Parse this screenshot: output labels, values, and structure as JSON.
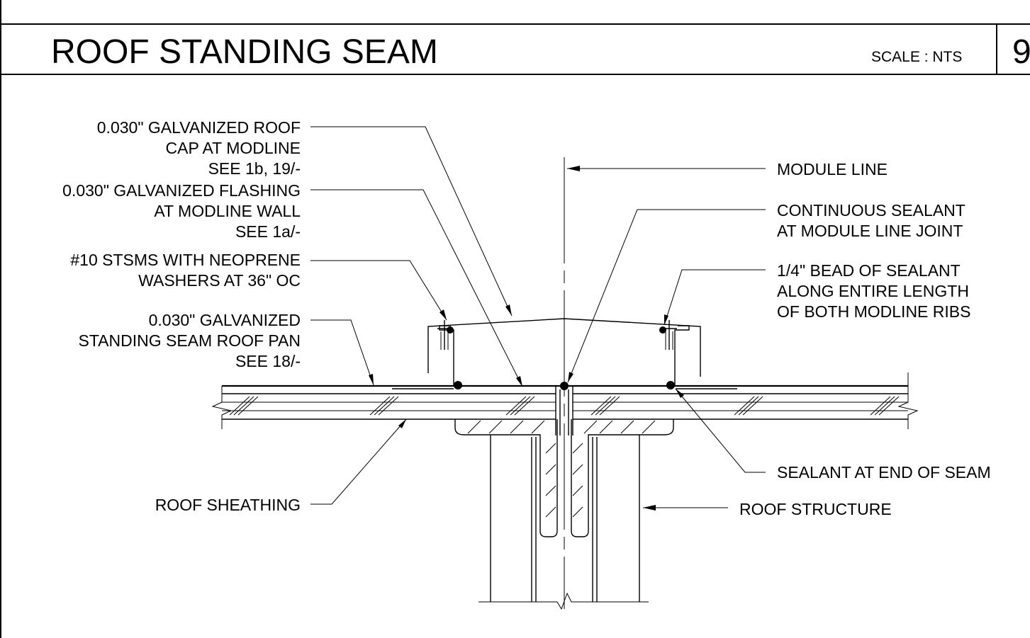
{
  "title_block": {
    "title": "ROOF STANDING SEAM",
    "scale": "SCALE : NTS",
    "detail_number": "9"
  },
  "notes_left": [
    {
      "lines": [
        "0.030\" GALVANIZED ROOF",
        "CAP AT MODLINE",
        "SEE 1b, 19/-"
      ]
    },
    {
      "lines": [
        "0.030\" GALVANIZED FLASHING",
        "AT MODLINE WALL",
        "SEE 1a/-"
      ]
    },
    {
      "lines": [
        "#10 STSMS WITH NEOPRENE",
        "WASHERS AT 36\" OC"
      ]
    },
    {
      "lines": [
        "0.030\" GALVANIZED",
        "STANDING SEAM ROOF PAN",
        "SEE 18/-"
      ]
    },
    {
      "lines": [
        "ROOF SHEATHING"
      ]
    }
  ],
  "notes_right": [
    {
      "lines": [
        "MODULE LINE"
      ]
    },
    {
      "lines": [
        "CONTINUOUS SEALANT",
        "AT MODULE LINE JOINT"
      ]
    },
    {
      "lines": [
        "1/4\" BEAD OF SEALANT",
        "ALONG ENTIRE LENGTH",
        "OF BOTH MODLINE RIBS"
      ]
    },
    {
      "lines": [
        "SEALANT AT END OF SEAM"
      ]
    },
    {
      "lines": [
        "ROOF STRUCTURE"
      ]
    }
  ]
}
